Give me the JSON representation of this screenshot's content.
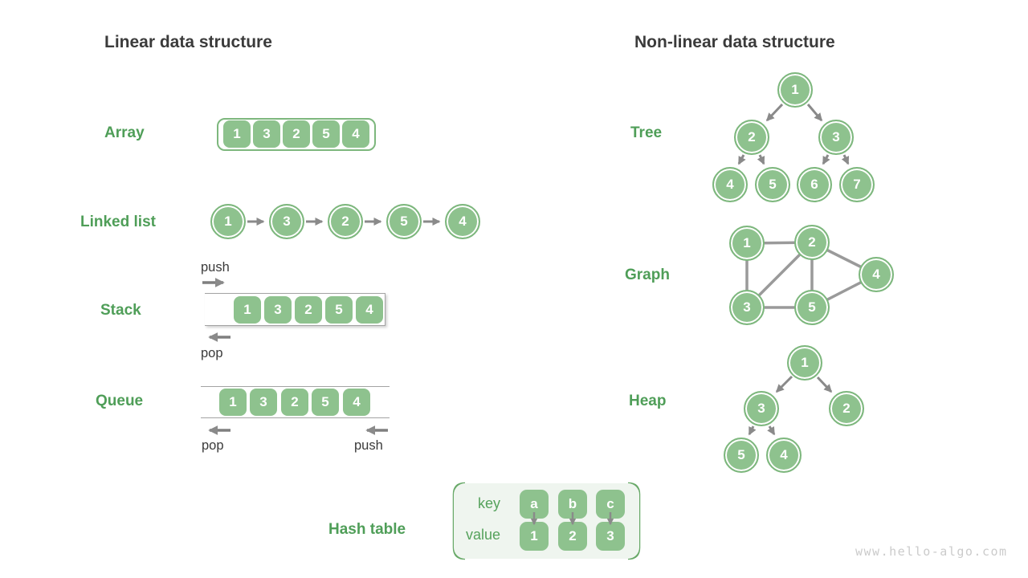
{
  "headings": {
    "linear": "Linear data structure",
    "nonlinear": "Non-linear data structure"
  },
  "watermark": "www.hello-algo.com",
  "colors": {
    "node_fill": "#8ec28e",
    "node_border": "#7db77d",
    "label_green": "#4f9e58",
    "heading_text": "#3b3b3b",
    "connector_gray": "#8a8a8a",
    "hash_background": "#eff5ef",
    "hash_bracket": "#68a968",
    "watermark_gray": "#cbcbcb"
  },
  "sections": {
    "array": {
      "label": "Array",
      "values": [
        "1",
        "3",
        "2",
        "5",
        "4"
      ]
    },
    "linked_list": {
      "label": "Linked list",
      "values": [
        "1",
        "3",
        "2",
        "5",
        "4"
      ]
    },
    "stack": {
      "label": "Stack",
      "values": [
        "1",
        "3",
        "2",
        "5",
        "4"
      ],
      "push_label": "push",
      "pop_label": "pop"
    },
    "queue": {
      "label": "Queue",
      "values": [
        "1",
        "3",
        "2",
        "5",
        "4"
      ],
      "push_label": "push",
      "pop_label": "pop"
    },
    "hash_table": {
      "label": "Hash table",
      "key_header": "key",
      "value_header": "value",
      "pairs": [
        {
          "key": "a",
          "value": "1"
        },
        {
          "key": "b",
          "value": "2"
        },
        {
          "key": "c",
          "value": "3"
        }
      ]
    },
    "tree": {
      "label": "Tree",
      "nodes": [
        "1",
        "2",
        "3",
        "4",
        "5",
        "6",
        "7"
      ],
      "edges": [
        [
          "1",
          "2"
        ],
        [
          "1",
          "3"
        ],
        [
          "2",
          "4"
        ],
        [
          "2",
          "5"
        ],
        [
          "3",
          "6"
        ],
        [
          "3",
          "7"
        ]
      ]
    },
    "graph": {
      "label": "Graph",
      "nodes": [
        "1",
        "2",
        "4",
        "3",
        "5"
      ],
      "edges": [
        [
          "1",
          "2"
        ],
        [
          "1",
          "3"
        ],
        [
          "2",
          "3"
        ],
        [
          "2",
          "4"
        ],
        [
          "2",
          "5"
        ],
        [
          "3",
          "5"
        ],
        [
          "5",
          "4"
        ]
      ]
    },
    "heap": {
      "label": "Heap",
      "nodes": [
        "1",
        "3",
        "2",
        "5",
        "4"
      ],
      "edges": [
        [
          "1",
          "3"
        ],
        [
          "1",
          "2"
        ],
        [
          "3",
          "5"
        ],
        [
          "3",
          "4"
        ]
      ]
    }
  }
}
